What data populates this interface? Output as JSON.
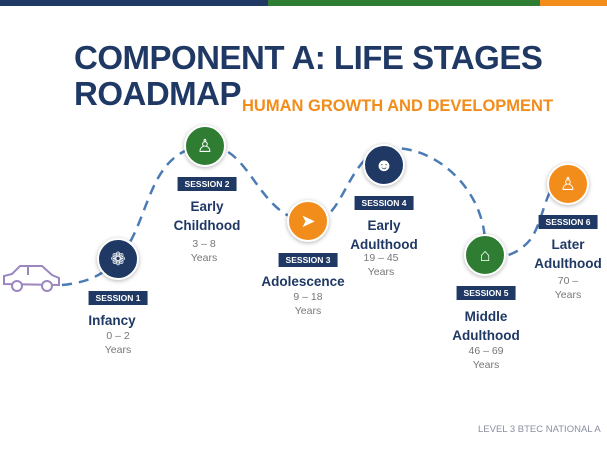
{
  "colors": {
    "navy": "#1f3864",
    "green": "#2e7d32",
    "orange": "#f28c1a",
    "path": "#4a7bb5"
  },
  "title": "COMPONENT A: LIFE STAGES ROADMAP",
  "subtitle": "HUMAN GROWTH AND DEVELOPMENT",
  "footer": "LEVEL 3 BTEC NATIONAL A",
  "stages": [
    {
      "session": "SESSION 1",
      "name": "Infancy",
      "ages": "0 – 2",
      "unit": "Years",
      "icon": "baby-icon"
    },
    {
      "session": "SESSION 2",
      "name": "Early Childhood",
      "ages": "3 – 8",
      "unit": "Years",
      "icon": "child-icon"
    },
    {
      "session": "SESSION 3",
      "name": "Adolescence",
      "ages": "9 – 18",
      "unit": "Years",
      "icon": "running-person-icon"
    },
    {
      "session": "SESSION 4",
      "name": "Early Adulthood",
      "ages": "19 – 45",
      "unit": "Years",
      "icon": "businessman-icon"
    },
    {
      "session": "SESSION 5",
      "name": "Middle Adulthood",
      "ages": "46 – 69",
      "unit": "Years",
      "icon": "house-person-icon"
    },
    {
      "session": "SESSION 6",
      "name": "Later Adulthood",
      "ages": "70 –",
      "unit": "Years",
      "icon": "elder-icon"
    }
  ]
}
